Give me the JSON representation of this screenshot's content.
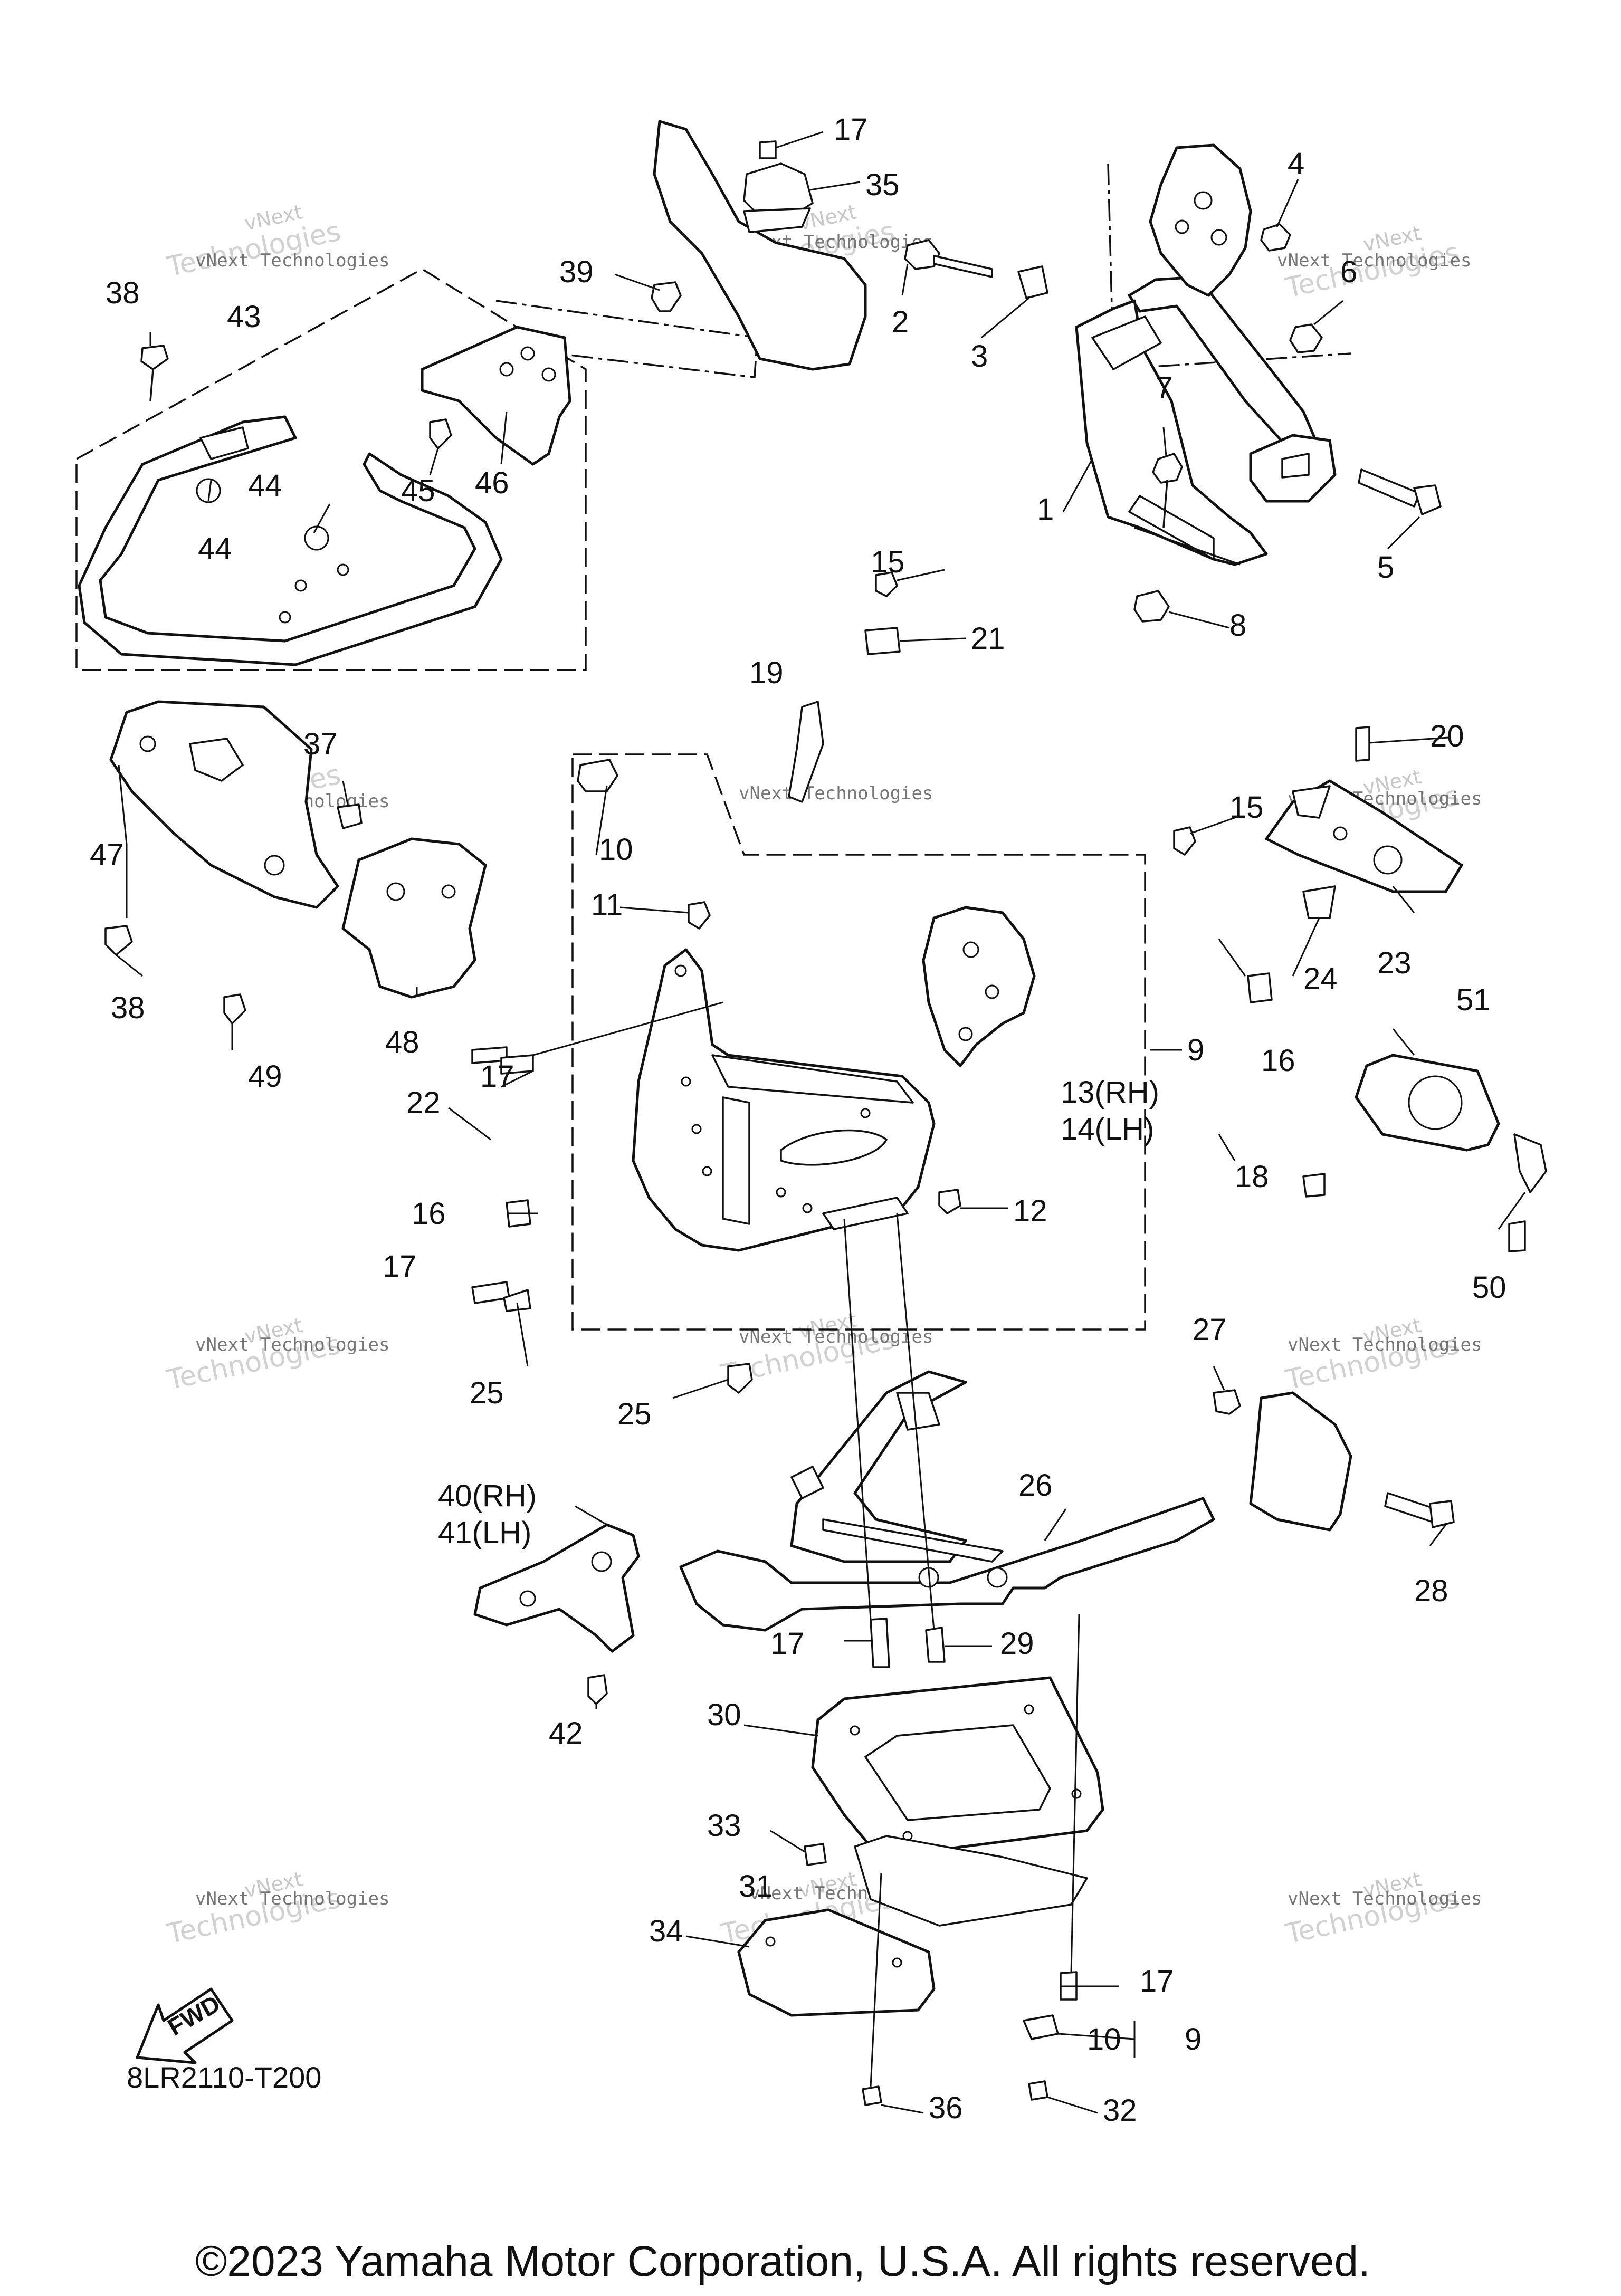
{
  "diagram_code": "8LR2110-T200",
  "copyright": "©2023 Yamaha Motor Corporation, U.S.A. All rights reserved.",
  "fwd_label": "FWD",
  "watermark": {
    "line1": "vNext",
    "line2": "Technologies",
    "line3": "vNext Technologies"
  },
  "part_labels": {
    "p1": "1",
    "p2": "2",
    "p3": "3",
    "p4": "4",
    "p5": "5",
    "p6": "6",
    "p7": "7",
    "p8": "8",
    "p9a": "9",
    "p9b": "9",
    "p10a": "10",
    "p10b": "10",
    "p11": "11",
    "p12": "12",
    "p13": "13(RH)",
    "p14": "14(LH)",
    "p15a": "15",
    "p15b": "15",
    "p16a": "16",
    "p16b": "16",
    "p17a": "17",
    "p17b": "17",
    "p17c": "17",
    "p17d": "17",
    "p17e": "17",
    "p18": "18",
    "p19": "19",
    "p20": "20",
    "p21": "21",
    "p22": "22",
    "p23": "23",
    "p24": "24",
    "p25a": "25",
    "p25b": "25",
    "p26": "26",
    "p27": "27",
    "p28": "28",
    "p29": "29",
    "p30": "30",
    "p31": "31",
    "p32": "32",
    "p33": "33",
    "p34": "34",
    "p35": "35",
    "p36": "36",
    "p37": "37",
    "p38a": "38",
    "p38b": "38",
    "p39": "39",
    "p40": "40(RH)",
    "p41": "41(LH)",
    "p42": "42",
    "p43": "43",
    "p44a": "44",
    "p44b": "44",
    "p45": "45",
    "p46": "46",
    "p47": "47",
    "p48": "48",
    "p49": "49",
    "p50": "50",
    "p51": "51"
  }
}
